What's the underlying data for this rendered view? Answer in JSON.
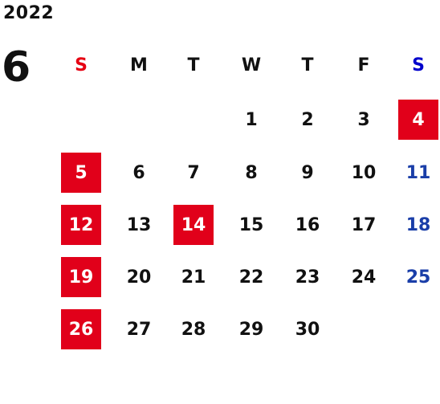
{
  "year": "2022",
  "month": "6",
  "weekdays": [
    "S",
    "M",
    "T",
    "W",
    "T",
    "F",
    "S"
  ],
  "colors": {
    "sunday_header": "#e60012",
    "saturday_header": "#0000cc",
    "saturday_date": "#1a3ea8",
    "highlight_bg": "#e1001a",
    "highlight_text": "#ffffff",
    "default_text": "#111111"
  },
  "weeks": [
    [
      "",
      "",
      "",
      "1",
      "2",
      "3",
      "4"
    ],
    [
      "5",
      "6",
      "7",
      "8",
      "9",
      "10",
      "11"
    ],
    [
      "12",
      "13",
      "14",
      "15",
      "16",
      "17",
      "18"
    ],
    [
      "19",
      "20",
      "21",
      "22",
      "23",
      "24",
      "25"
    ],
    [
      "26",
      "27",
      "28",
      "29",
      "30",
      "",
      ""
    ]
  ],
  "highlighted_days": [
    "4",
    "5",
    "12",
    "14",
    "19",
    "26"
  ]
}
